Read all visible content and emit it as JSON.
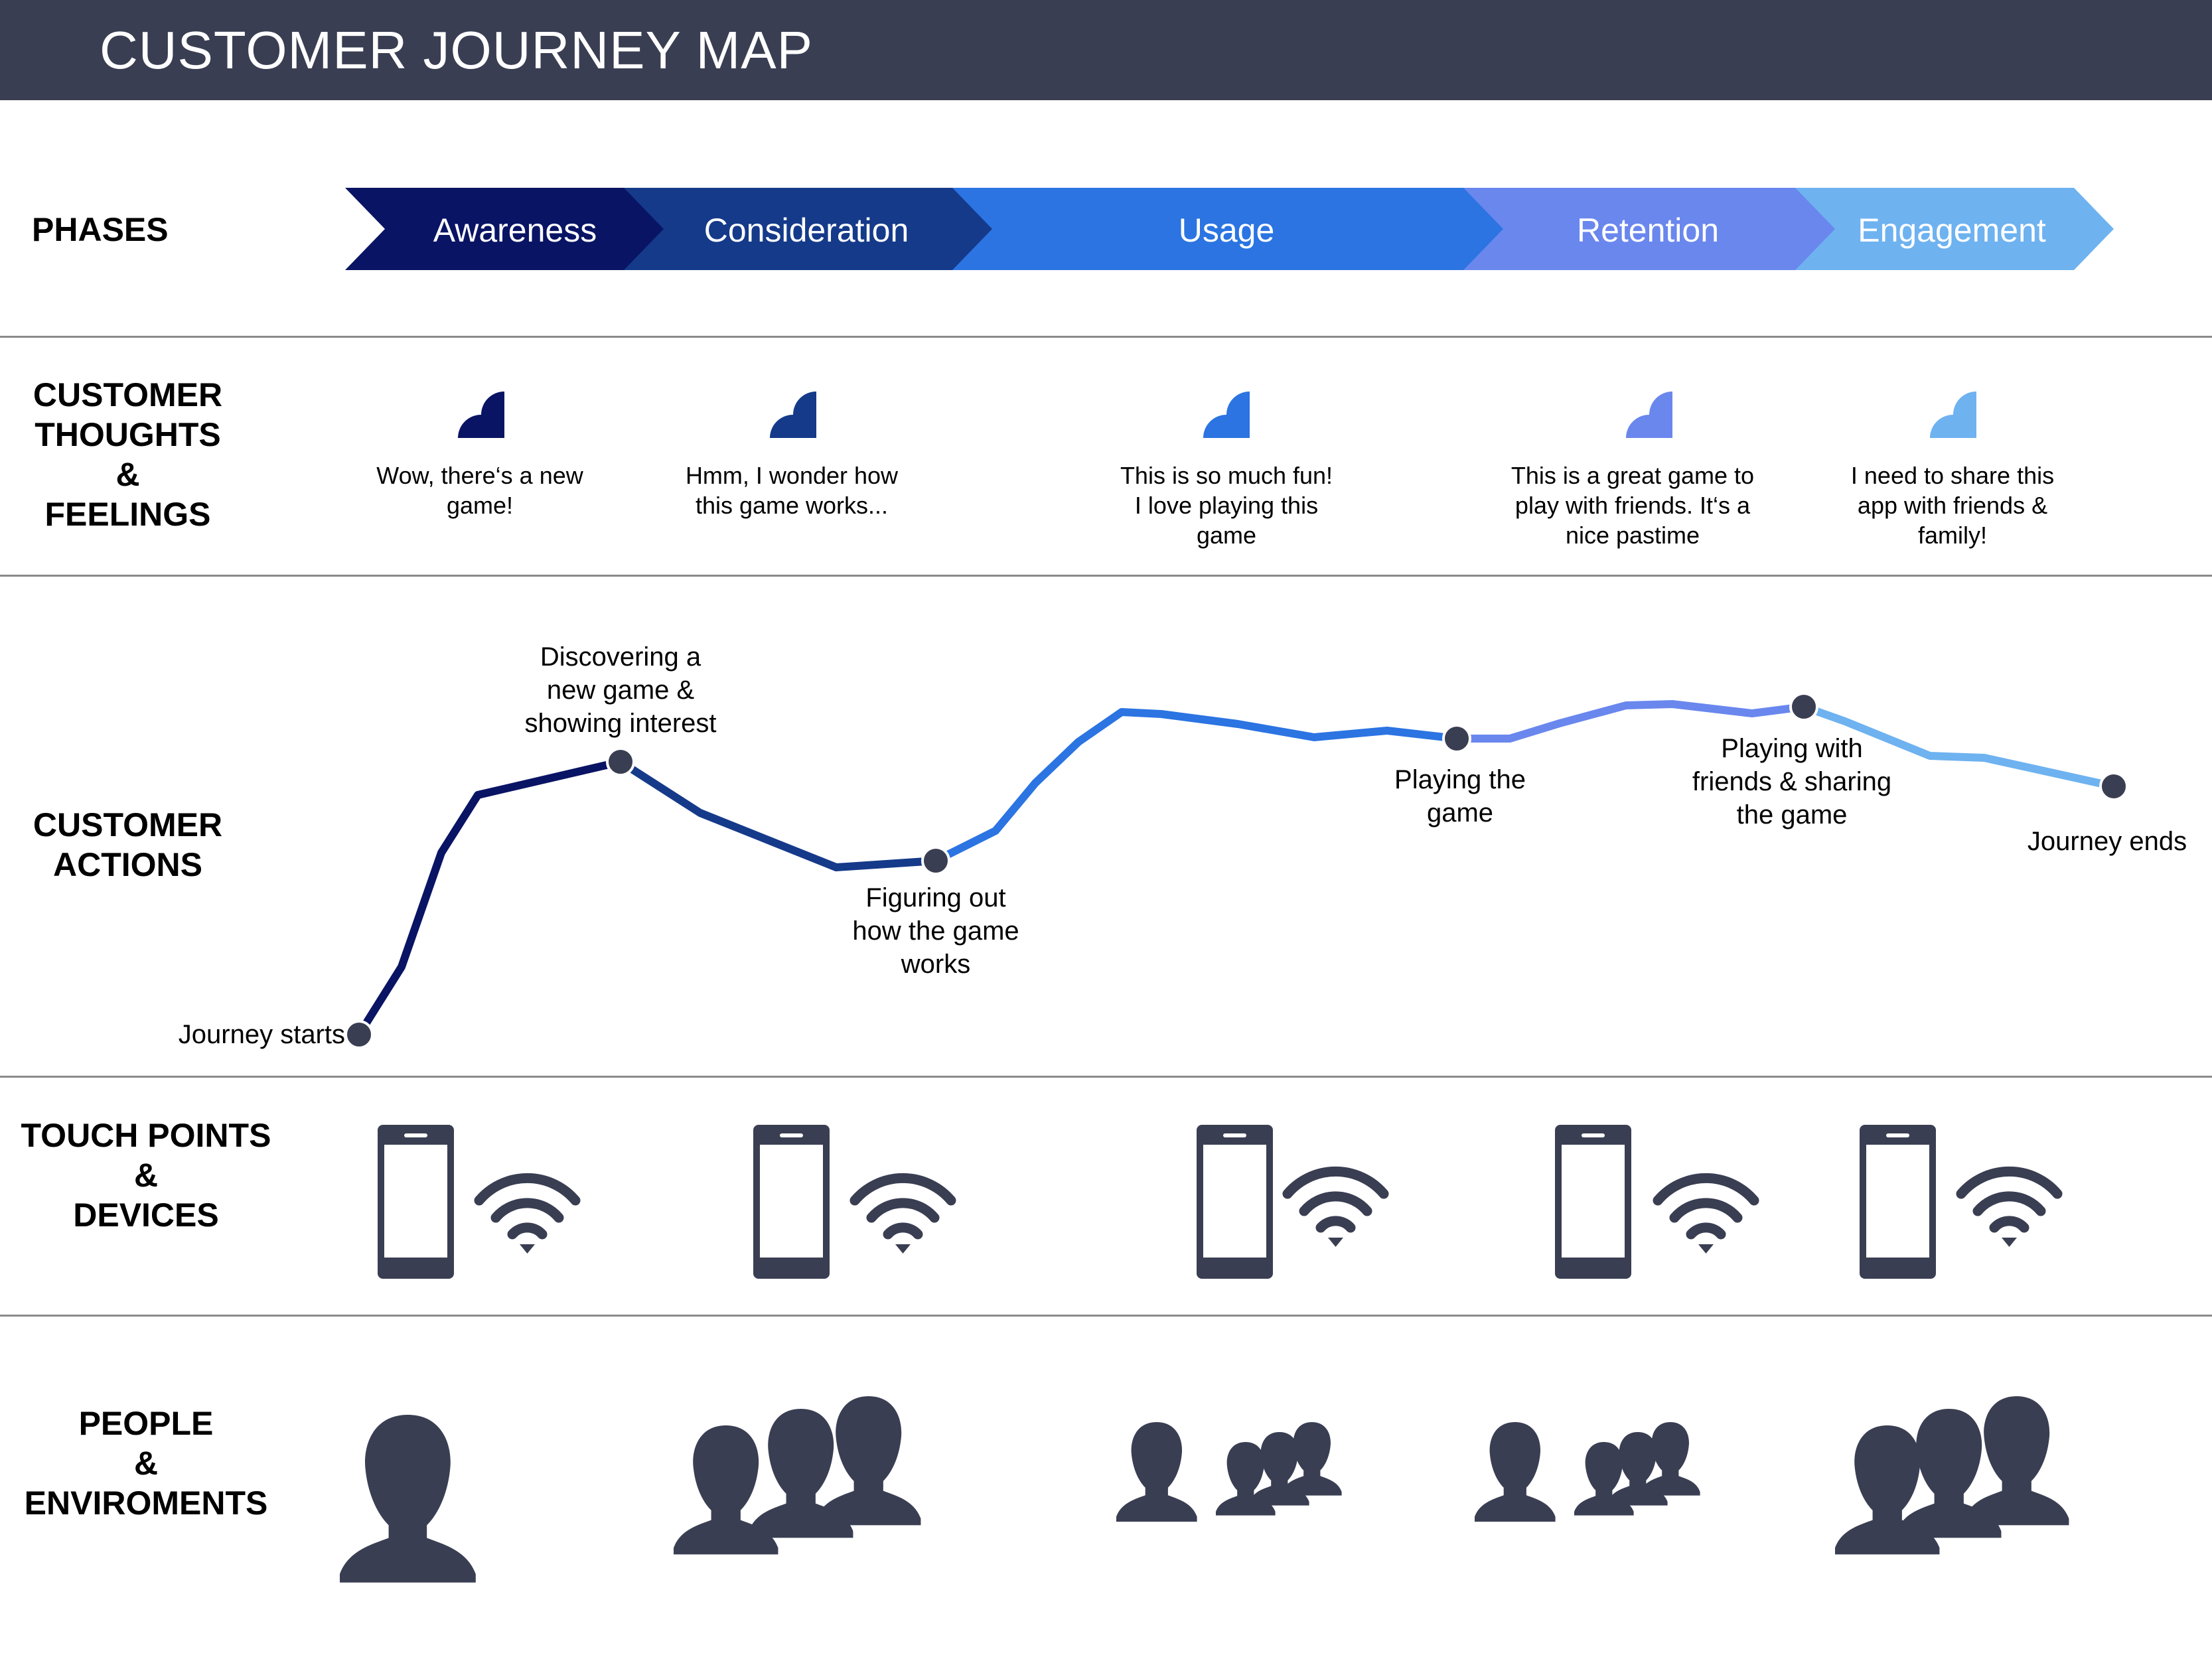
{
  "title": "CUSTOMER JOURNEY MAP",
  "rows": {
    "phases": "PHASES",
    "thoughts": [
      "CUSTOMER",
      "THOUGHTS",
      "&",
      "FEELINGS"
    ],
    "actions": [
      "CUSTOMER",
      "ACTIONS"
    ],
    "touch": [
      "TOUCH POINTS",
      "&",
      "DEVICES"
    ],
    "people": [
      "PEOPLE",
      "&",
      "ENVIROMENTS"
    ]
  },
  "phases": [
    {
      "label": "Awareness",
      "color": "#0a1464"
    },
    {
      "label": "Consideration",
      "color": "#153a8a"
    },
    {
      "label": "Usage",
      "color": "#2b74e2"
    },
    {
      "label": "Retention",
      "color": "#6a87ee"
    },
    {
      "label": "Engagement",
      "color": "#6eb2f0"
    }
  ],
  "thoughts": [
    {
      "icon": "heart-icon",
      "color": "#0a1464",
      "lines": [
        "Wow, there‘s a new",
        "game!"
      ]
    },
    {
      "icon": "heart-icon",
      "color": "#153a8a",
      "lines": [
        "Hmm, I wonder how",
        "this game works..."
      ]
    },
    {
      "icon": "heart-icon",
      "color": "#2b74e2",
      "lines": [
        "This is so much fun!",
        "I love playing this",
        "game"
      ]
    },
    {
      "icon": "heart-icon",
      "color": "#6a87ee",
      "lines": [
        "This is a great game to",
        "play with friends. It‘s a",
        "nice pastime"
      ]
    },
    {
      "icon": "heart-icon",
      "color": "#6eb2f0",
      "lines": [
        "I need to share this",
        "app with friends &",
        "family!"
      ]
    }
  ],
  "actions": [
    {
      "lines": [
        "Journey starts"
      ]
    },
    {
      "lines": [
        "Discovering a",
        "new game &",
        "showing interest"
      ]
    },
    {
      "lines": [
        "Figuring out",
        "how the game",
        "works"
      ]
    },
    {
      "lines": [
        "Playing the",
        "game"
      ]
    },
    {
      "lines": [
        "Playing with",
        "friends & sharing",
        "the game"
      ]
    },
    {
      "lines": [
        "Journey ends"
      ]
    }
  ],
  "icon_color": "#3a3e52",
  "devices": [
    {
      "phone": "smartphone-icon",
      "signal": "wifi-icon"
    },
    {
      "phone": "smartphone-icon",
      "signal": "wifi-icon"
    },
    {
      "phone": "smartphone-icon",
      "signal": "wifi-icon"
    },
    {
      "phone": "smartphone-icon",
      "signal": "wifi-icon"
    },
    {
      "phone": "smartphone-icon",
      "signal": "wifi-icon"
    }
  ],
  "people": [
    {
      "icon": "single-person-icon"
    },
    {
      "icon": "three-people-icon"
    },
    {
      "icon": "person-and-group-icon"
    },
    {
      "icon": "person-and-group-icon"
    },
    {
      "icon": "three-people-icon"
    }
  ]
}
